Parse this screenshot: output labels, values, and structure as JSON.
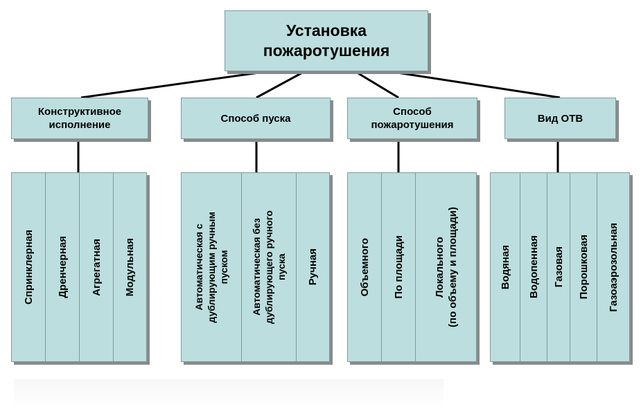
{
  "root": {
    "title": "Установка\nпожаротушения"
  },
  "categories": [
    {
      "label": "Конструктивное\nисполнение",
      "items": [
        "Спринклерная",
        "Дренчерная",
        "Агрегатная",
        "Модульная"
      ]
    },
    {
      "label": "Способ пуска",
      "items": [
        "Автоматическая с\nдублирующим ручным\nпуском",
        "Автоматическая без\nдублирующего ручного\nпуска",
        "Ручная"
      ]
    },
    {
      "label": "Способ\nпожаротушения",
      "items": [
        "Объемного",
        "По площади",
        "Локального\n(по объему и площади)"
      ]
    },
    {
      "label": "Вид ОТВ",
      "items": [
        "Водяная",
        "Водопенная",
        "Газовая",
        "Порошковая",
        "Газоаэрозольная"
      ]
    }
  ]
}
